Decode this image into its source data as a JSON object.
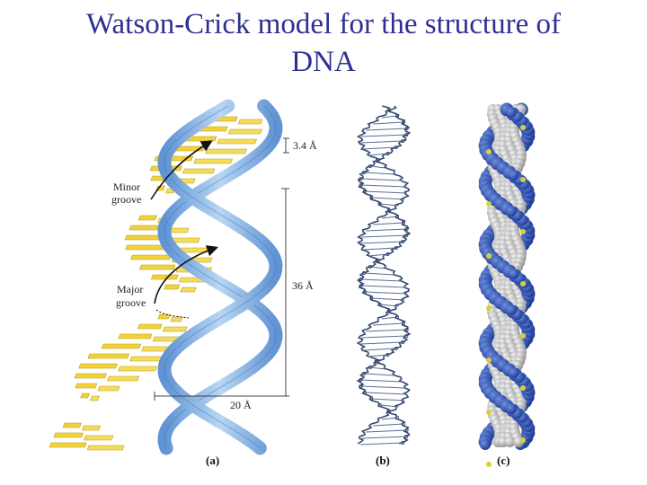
{
  "title": {
    "line1": "Watson-Crick model for the structure of",
    "line2": "DNA"
  },
  "annotations": {
    "minor_groove_line1": "Minor",
    "minor_groove_line2": "groove",
    "major_groove_line1": "Major",
    "major_groove_line2": "groove",
    "rise": "3.4 Å",
    "pitch": "36 Å",
    "width": "20 Å"
  },
  "panels": {
    "a": "(a)",
    "b": "(b)",
    "c": "(c)"
  },
  "colors": {
    "title": "#2e3192",
    "backbone": "#8fb9e6",
    "backbone_edge": "#4a7fc0",
    "base": "#f2d23a",
    "atom_blue": "#2a4fb0",
    "atom_white": "#c9c9c9"
  }
}
